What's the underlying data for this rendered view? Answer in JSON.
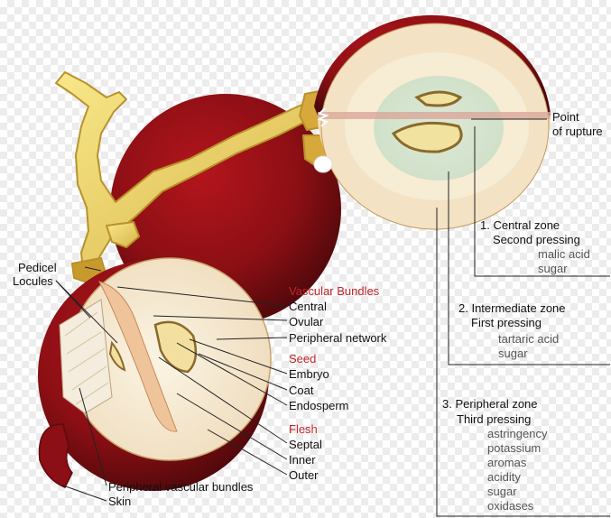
{
  "labels": {
    "pedicel": "Pedicel",
    "locules": "Locules",
    "vascular_bundles": "Vascular Bundles",
    "central": "Central",
    "ovular": "Ovular",
    "peripheral_network": "Peripheral network",
    "seed": "Seed",
    "embryo": "Embryo",
    "coat": "Coat",
    "endosperm": "Endosperm",
    "flesh": "Flesh",
    "septal": "Septal",
    "inner": "Inner",
    "outer": "Outer",
    "peripheral_vascular_bundles": "Peripheral vascular bundles",
    "skin": "Skin",
    "point_of_rupture_1": "Point",
    "point_of_rupture_2": "of rupture"
  },
  "zones": [
    {
      "title": "1. Central zone",
      "subtitle": "Second pressing",
      "components": [
        "malic acid",
        "sugar"
      ]
    },
    {
      "title": "2. Intermediate zone",
      "subtitle": "First pressing",
      "components": [
        "tartaric acid",
        "sugar"
      ]
    },
    {
      "title": "3. Peripheral zone",
      "subtitle": "Third pressing",
      "components": [
        "astringency",
        "potassium",
        "aromas",
        "acidity",
        "sugar",
        "oxidases"
      ]
    }
  ],
  "colors": {
    "skin": "#8b0f14",
    "skin_dark": "#5e0a0d",
    "stem": "#f2dc63",
    "stem_dark": "#c89a2c",
    "flesh_outer": "#f7e9cf",
    "flesh_inner": "#e2ecd3",
    "section_label": "#c0262b"
  }
}
